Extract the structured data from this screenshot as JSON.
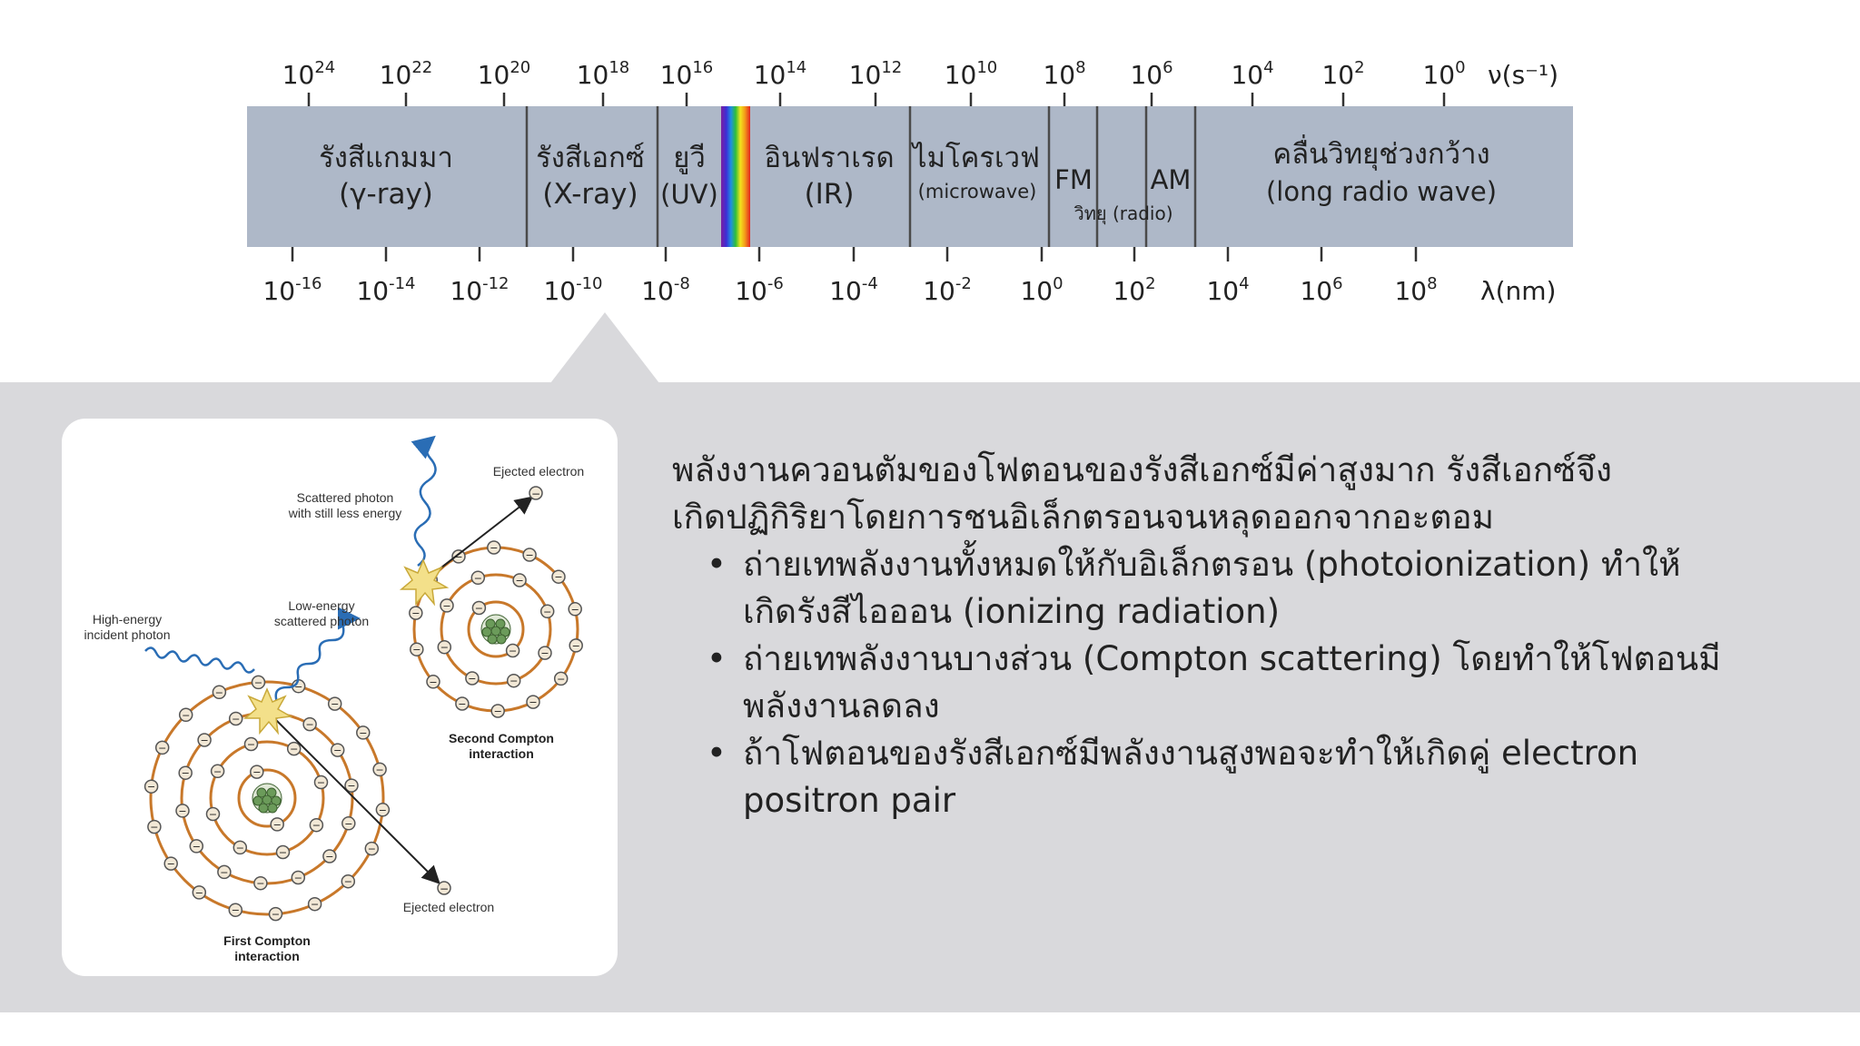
{
  "spectrum": {
    "frequency_axis": {
      "unit_label": "ν(s⁻¹)",
      "ticks": [
        {
          "base": "10",
          "exp": "24"
        },
        {
          "base": "10",
          "exp": "22"
        },
        {
          "base": "10",
          "exp": "20"
        },
        {
          "base": "10",
          "exp": "18"
        },
        {
          "base": "10",
          "exp": "16"
        },
        {
          "base": "10",
          "exp": "14"
        },
        {
          "base": "10",
          "exp": "12"
        },
        {
          "base": "10",
          "exp": "10"
        },
        {
          "base": "10",
          "exp": "8"
        },
        {
          "base": "10",
          "exp": "6"
        },
        {
          "base": "10",
          "exp": "4"
        },
        {
          "base": "10",
          "exp": "2"
        },
        {
          "base": "10",
          "exp": "0"
        }
      ]
    },
    "wavelength_axis": {
      "unit_label": "λ(nm)",
      "ticks": [
        {
          "base": "10",
          "exp": "-16"
        },
        {
          "base": "10",
          "exp": "-14"
        },
        {
          "base": "10",
          "exp": "-12"
        },
        {
          "base": "10",
          "exp": "-10"
        },
        {
          "base": "10",
          "exp": "-8"
        },
        {
          "base": "10",
          "exp": "-6"
        },
        {
          "base": "10",
          "exp": "-4"
        },
        {
          "base": "10",
          "exp": "-2"
        },
        {
          "base": "10",
          "exp": "0"
        },
        {
          "base": "10",
          "exp": "2"
        },
        {
          "base": "10",
          "exp": "4"
        },
        {
          "base": "10",
          "exp": "6"
        },
        {
          "base": "10",
          "exp": "8"
        }
      ]
    },
    "bands": [
      {
        "id": "gamma",
        "line1": "รังสีแกมมา",
        "line2": "(γ-ray)"
      },
      {
        "id": "xray",
        "line1": "รังสีเอกซ์",
        "line2": "(X-ray)"
      },
      {
        "id": "uv",
        "line1": "ยูวี",
        "line2": "(UV)"
      },
      {
        "id": "ir",
        "line1": "อินฟราเรด",
        "line2": "(IR)"
      },
      {
        "id": "microwave",
        "line1": "ไมโครเวฟ",
        "line2": "(microwave)"
      },
      {
        "id": "fm",
        "line1": "FM",
        "line2": ""
      },
      {
        "id": "am",
        "line1": "AM",
        "line2": ""
      },
      {
        "id": "long",
        "line1": "คลื่นวิทยุช่วงกว้าง",
        "line2": "(long radio wave)"
      }
    ],
    "radio_label": "วิทยุ (radio)",
    "colors": {
      "band_fill": "#aeb8c8",
      "divider": "#4a4a4a",
      "tick": "#333333"
    }
  },
  "figure": {
    "labels": {
      "incident": [
        "High-energy",
        "incident photon"
      ],
      "low_energy": [
        "Low-energy",
        "scattered photon"
      ],
      "scattered": [
        "Scattered photon",
        "with still less energy"
      ],
      "ejected_top": "Ejected electron",
      "ejected_bottom": "Ejected electron",
      "second": [
        "Second Compton",
        "interaction"
      ],
      "first": [
        "First Compton",
        "interaction"
      ]
    },
    "electron_symbol": "−",
    "colors": {
      "orbit": "#c8782a",
      "photon": "#2a6db5",
      "nucleus": "#6b9b5a",
      "flash": "#f3e08a"
    }
  },
  "text": {
    "intro": [
      "พลังงานควอนตัมของโฟตอนของรังสีเอกซ์มีค่าสูงมาก รังสีเอกซ์จึง",
      "เกิดปฏิกิริยาโดยการชนอิเล็กตรอนจนหลุดออกจากอะตอม"
    ],
    "bullets": [
      [
        "ถ่ายเทพลังงานทั้งหมดให้กับอิเล็กตรอน (photoionization) ทำให้",
        "เกิดรังสีไอออน (ionizing radiation)"
      ],
      [
        "ถ่ายเทพลังงานบางส่วน (Compton scattering) โดยทำให้โฟตอนมี",
        "พลังงานลดลง"
      ],
      [
        "ถ้าโฟตอนของรังสีเอกซ์มีพลังงานสูงพอจะทำให้เกิดคู่ electron",
        "positron pair"
      ]
    ]
  }
}
